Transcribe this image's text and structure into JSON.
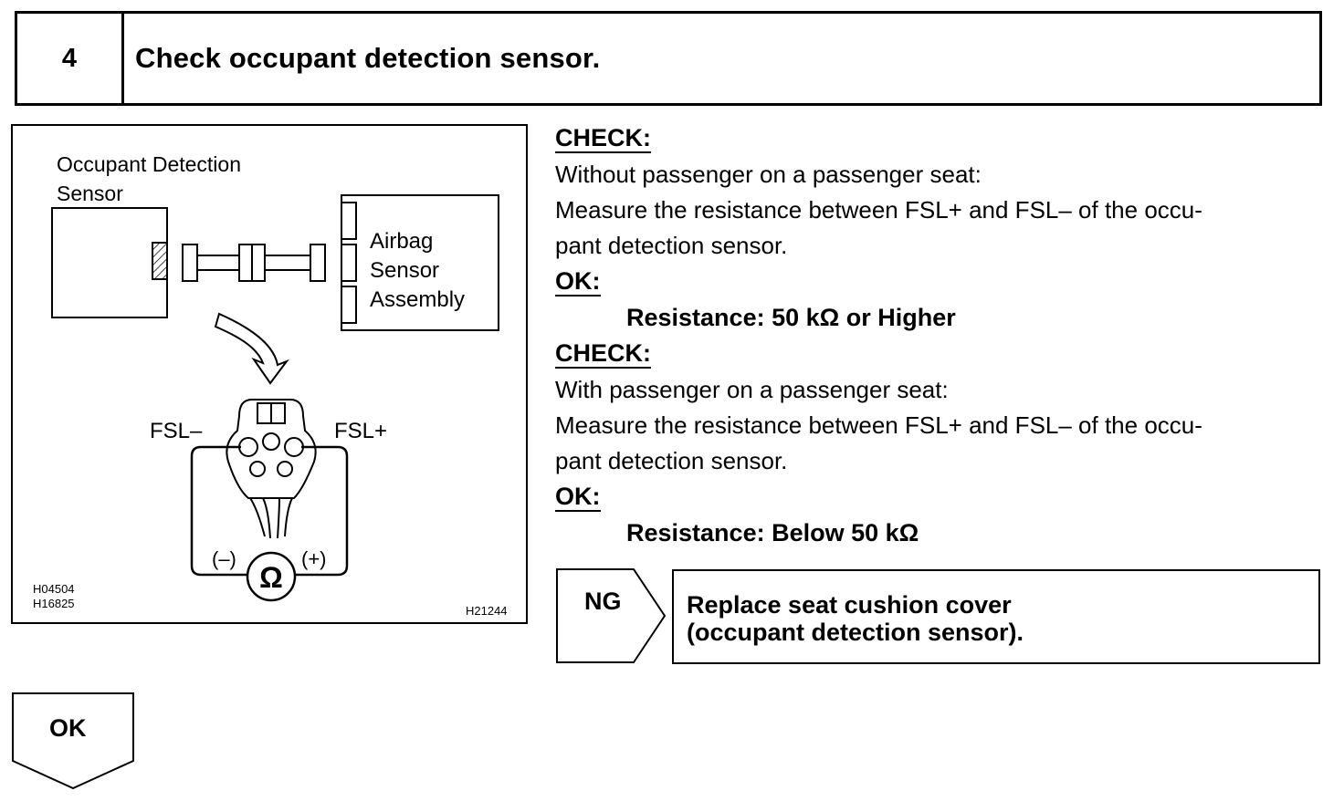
{
  "header": {
    "step_number": "4",
    "title": "Check occupant detection sensor."
  },
  "figure": {
    "sensor_label_line1": "Occupant Detection",
    "sensor_label_line2": "Sensor",
    "airbag_label_line1": "Airbag",
    "airbag_label_line2": "Sensor",
    "airbag_label_line3": "Assembly",
    "fsl_minus": "FSL–",
    "fsl_plus": "FSL+",
    "ohm_symbol": "Ω",
    "minus_terminal": "(–)",
    "plus_terminal": "(+)",
    "code_1": "H04504",
    "code_2": "H16825",
    "code_3": "H21244"
  },
  "check1": {
    "heading": "CHECK:",
    "condition": "Without passenger on a passenger seat:",
    "instruction_line1": "Measure the resistance between FSL+ and FSL– of the occu-",
    "instruction_line2": "pant detection sensor.",
    "ok_heading": "OK:",
    "spec": "Resistance: 50 kΩ or Higher"
  },
  "check2": {
    "heading": "CHECK:",
    "condition": "With passenger on a passenger seat:",
    "instruction_line1": "Measure the resistance between FSL+ and FSL– of the occu-",
    "instruction_line2": "pant detection sensor.",
    "ok_heading": "OK:",
    "spec": "Resistance: Below 50 kΩ"
  },
  "ng": {
    "label": "NG",
    "action_line1": "Replace seat cushion cover",
    "action_line2": "(occupant detection sensor)."
  },
  "ok_flow": {
    "label": "OK"
  }
}
